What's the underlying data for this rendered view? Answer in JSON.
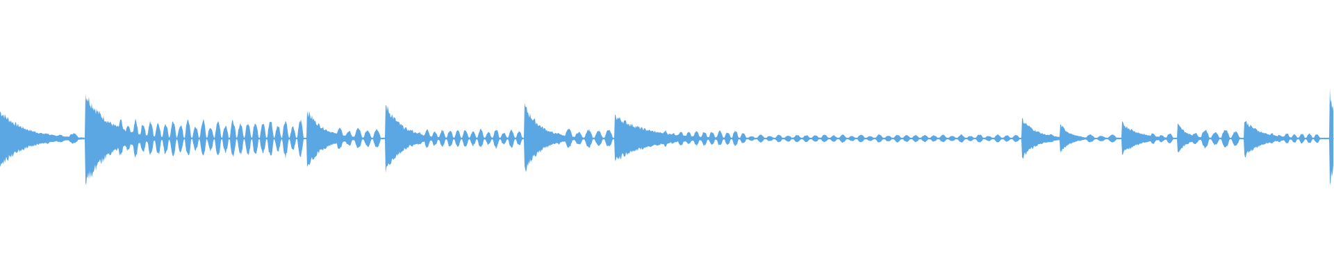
{
  "waveform": {
    "color": "#5ba7e3",
    "background": "#ffffff",
    "transients": [
      {
        "t": 0.0,
        "amp": 0.42,
        "decay": 0.03
      },
      {
        "t": 0.064,
        "amp": 0.7,
        "decay": 0.028
      },
      {
        "t": 0.23,
        "amp": 0.43,
        "decay": 0.02
      },
      {
        "t": 0.289,
        "amp": 0.52,
        "decay": 0.02
      },
      {
        "t": 0.393,
        "amp": 0.5,
        "decay": 0.02
      },
      {
        "t": 0.461,
        "amp": 0.35,
        "decay": 0.04
      },
      {
        "t": 0.766,
        "amp": 0.3,
        "decay": 0.018
      },
      {
        "t": 0.795,
        "amp": 0.22,
        "decay": 0.012
      },
      {
        "t": 0.841,
        "amp": 0.24,
        "decay": 0.02
      },
      {
        "t": 0.883,
        "amp": 0.22,
        "decay": 0.012
      },
      {
        "t": 0.933,
        "amp": 0.28,
        "decay": 0.02
      },
      {
        "t": 0.997,
        "amp": 0.72,
        "decay": 0.008
      }
    ],
    "pulse_regions": [
      {
        "start": 0.02,
        "end": 0.06,
        "amp": 0.08,
        "count": 4
      },
      {
        "start": 0.082,
        "end": 0.228,
        "amp": 0.28,
        "count": 26
      },
      {
        "start": 0.244,
        "end": 0.286,
        "amp": 0.16,
        "count": 6
      },
      {
        "start": 0.3,
        "end": 0.392,
        "amp": 0.14,
        "count": 16
      },
      {
        "start": 0.415,
        "end": 0.46,
        "amp": 0.14,
        "count": 6
      },
      {
        "start": 0.49,
        "end": 0.56,
        "amp": 0.12,
        "count": 12
      },
      {
        "start": 0.56,
        "end": 0.765,
        "amp": 0.06,
        "count": 30
      },
      {
        "start": 0.775,
        "end": 0.792,
        "amp": 0.06,
        "count": 2
      },
      {
        "start": 0.805,
        "end": 0.838,
        "amp": 0.06,
        "count": 4
      },
      {
        "start": 0.855,
        "end": 0.88,
        "amp": 0.08,
        "count": 4
      },
      {
        "start": 0.892,
        "end": 0.93,
        "amp": 0.14,
        "count": 5
      },
      {
        "start": 0.945,
        "end": 0.99,
        "amp": 0.08,
        "count": 8
      }
    ]
  }
}
